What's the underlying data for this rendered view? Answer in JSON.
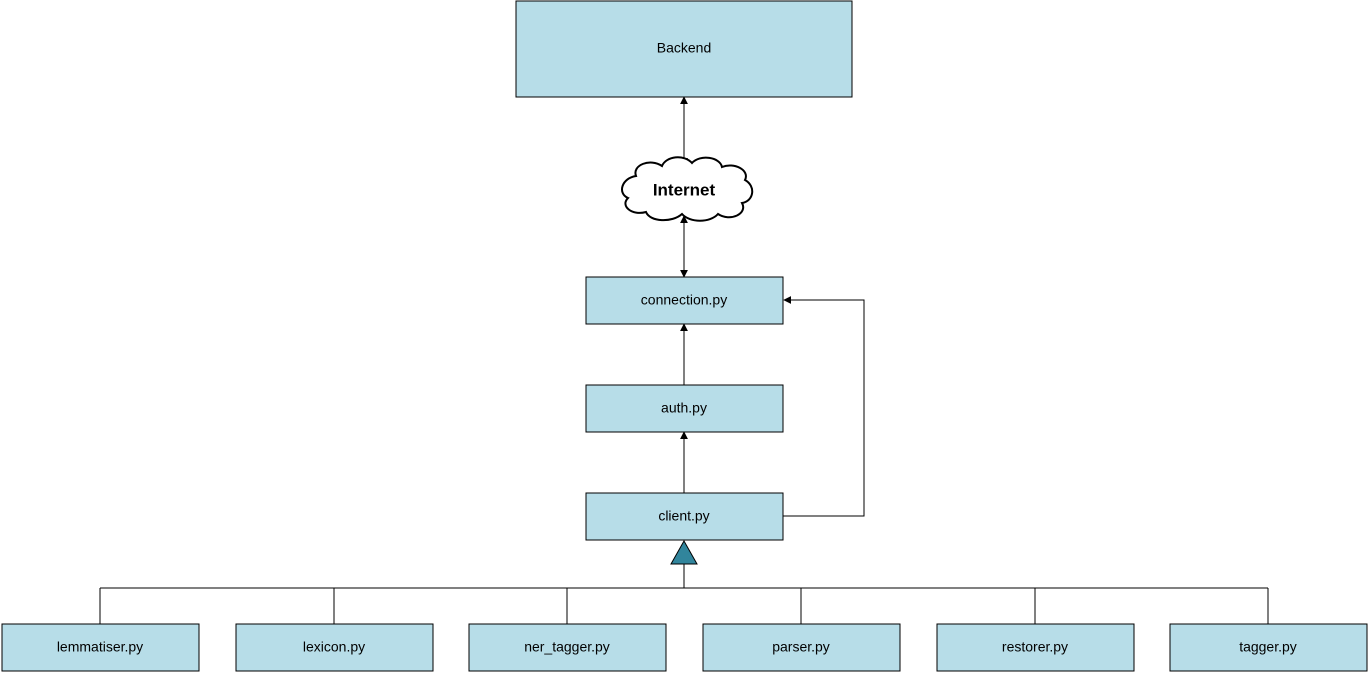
{
  "diagram": {
    "nodes": {
      "backend": "Backend",
      "internet": "Internet",
      "connection": "connection.py",
      "auth": "auth.py",
      "client": "client.py",
      "lemmatiser": "lemmatiser.py",
      "lexicon": "lexicon.py",
      "ner_tagger": "ner_tagger.py",
      "parser": "parser.py",
      "restorer": "restorer.py",
      "tagger": "tagger.py"
    },
    "colors": {
      "box_fill": "#b7dde8",
      "inheritance_triangle": "#31859c",
      "line": "#000000"
    }
  }
}
